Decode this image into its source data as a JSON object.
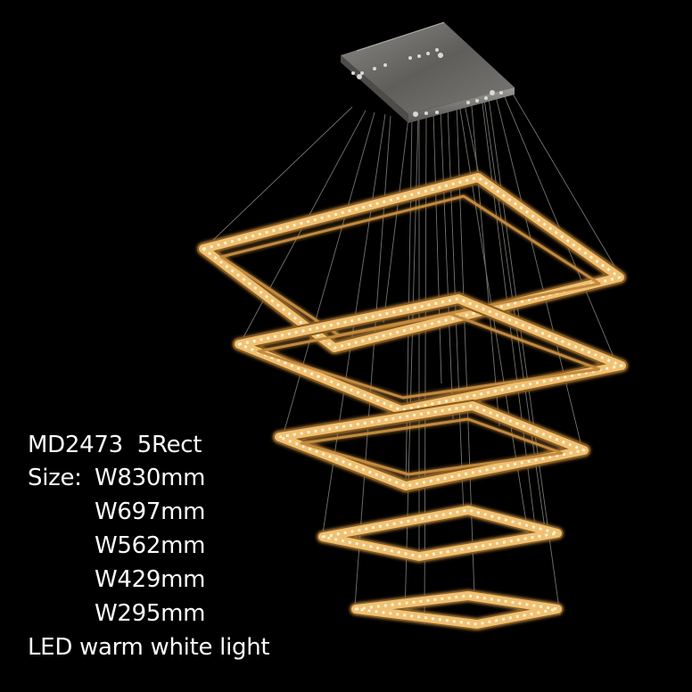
{
  "product": {
    "model": "MD2473",
    "type": "5Rect",
    "size_label": "Size:",
    "sizes": [
      "W830mm",
      "W697mm",
      "W562mm",
      "W429mm",
      "W295mm"
    ],
    "light": "LED warm white light"
  },
  "colors": {
    "background": "#000000",
    "ring_glow": "#f0c173",
    "ring_core": "#fff3d6",
    "ring_shadow": "#8a5a1e",
    "canopy": "#6f6e6b",
    "wire": "#9c9a94",
    "text": "#fafafa"
  }
}
